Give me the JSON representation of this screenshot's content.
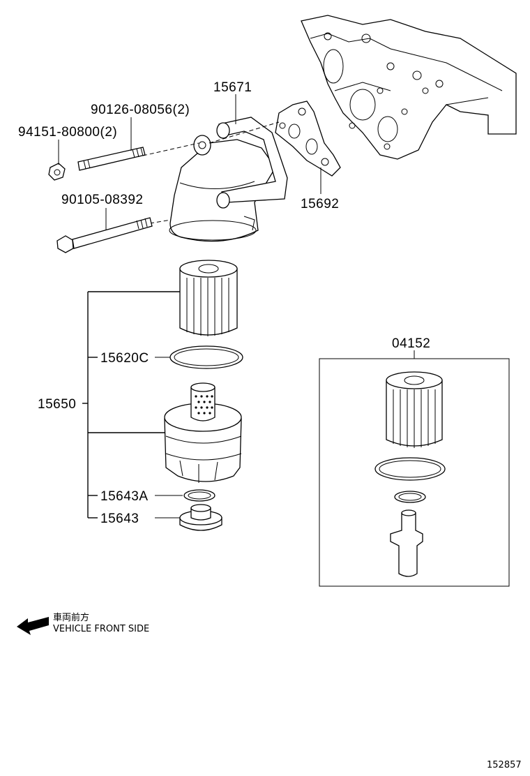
{
  "labels": {
    "p15671": "15671",
    "p90126": "90126-08056(2)",
    "p94151": "94151-80800(2)",
    "p90105": "90105-08392",
    "p15692": "15692",
    "p15650": "15650",
    "p15620c": "15620C",
    "p15643a": "15643A",
    "p15643": "15643",
    "p04152": "04152"
  },
  "direction": {
    "jp": "車両前方",
    "en": "VEHICLE FRONT SIDE"
  },
  "illustration_id": "152857"
}
